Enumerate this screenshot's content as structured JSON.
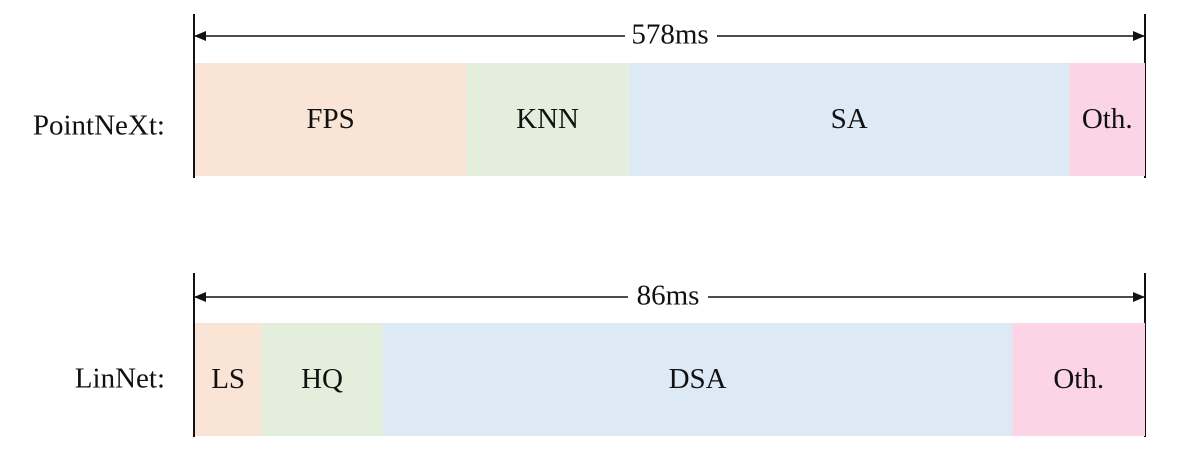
{
  "chart_data": {
    "type": "bar",
    "orientation": "horizontal-stacked",
    "unit": "ms",
    "rows": [
      {
        "label": "PointNeXt:",
        "total_label": "578ms",
        "total": 578,
        "segments": [
          {
            "label": "FPS",
            "value": 165,
            "color": "#f9e4d6"
          },
          {
            "label": "KNN",
            "value": 99,
            "color": "#e3efdc"
          },
          {
            "label": "SA",
            "value": 268,
            "color": "#dde9f5"
          },
          {
            "label": "Oth.",
            "value": 46,
            "color": "#fbd4e6"
          }
        ]
      },
      {
        "label": "LinNet:",
        "total_label": "86ms",
        "total": 86,
        "segments": [
          {
            "label": "LS",
            "value": 6,
            "color": "#f9e4d6"
          },
          {
            "label": "HQ",
            "value": 11,
            "color": "#e3efdc"
          },
          {
            "label": "DSA",
            "value": 57,
            "color": "#dde9f5"
          },
          {
            "label": "Oth.",
            "value": 12,
            "color": "#fbd4e6"
          }
        ]
      }
    ],
    "grid": false,
    "legend": "none"
  }
}
